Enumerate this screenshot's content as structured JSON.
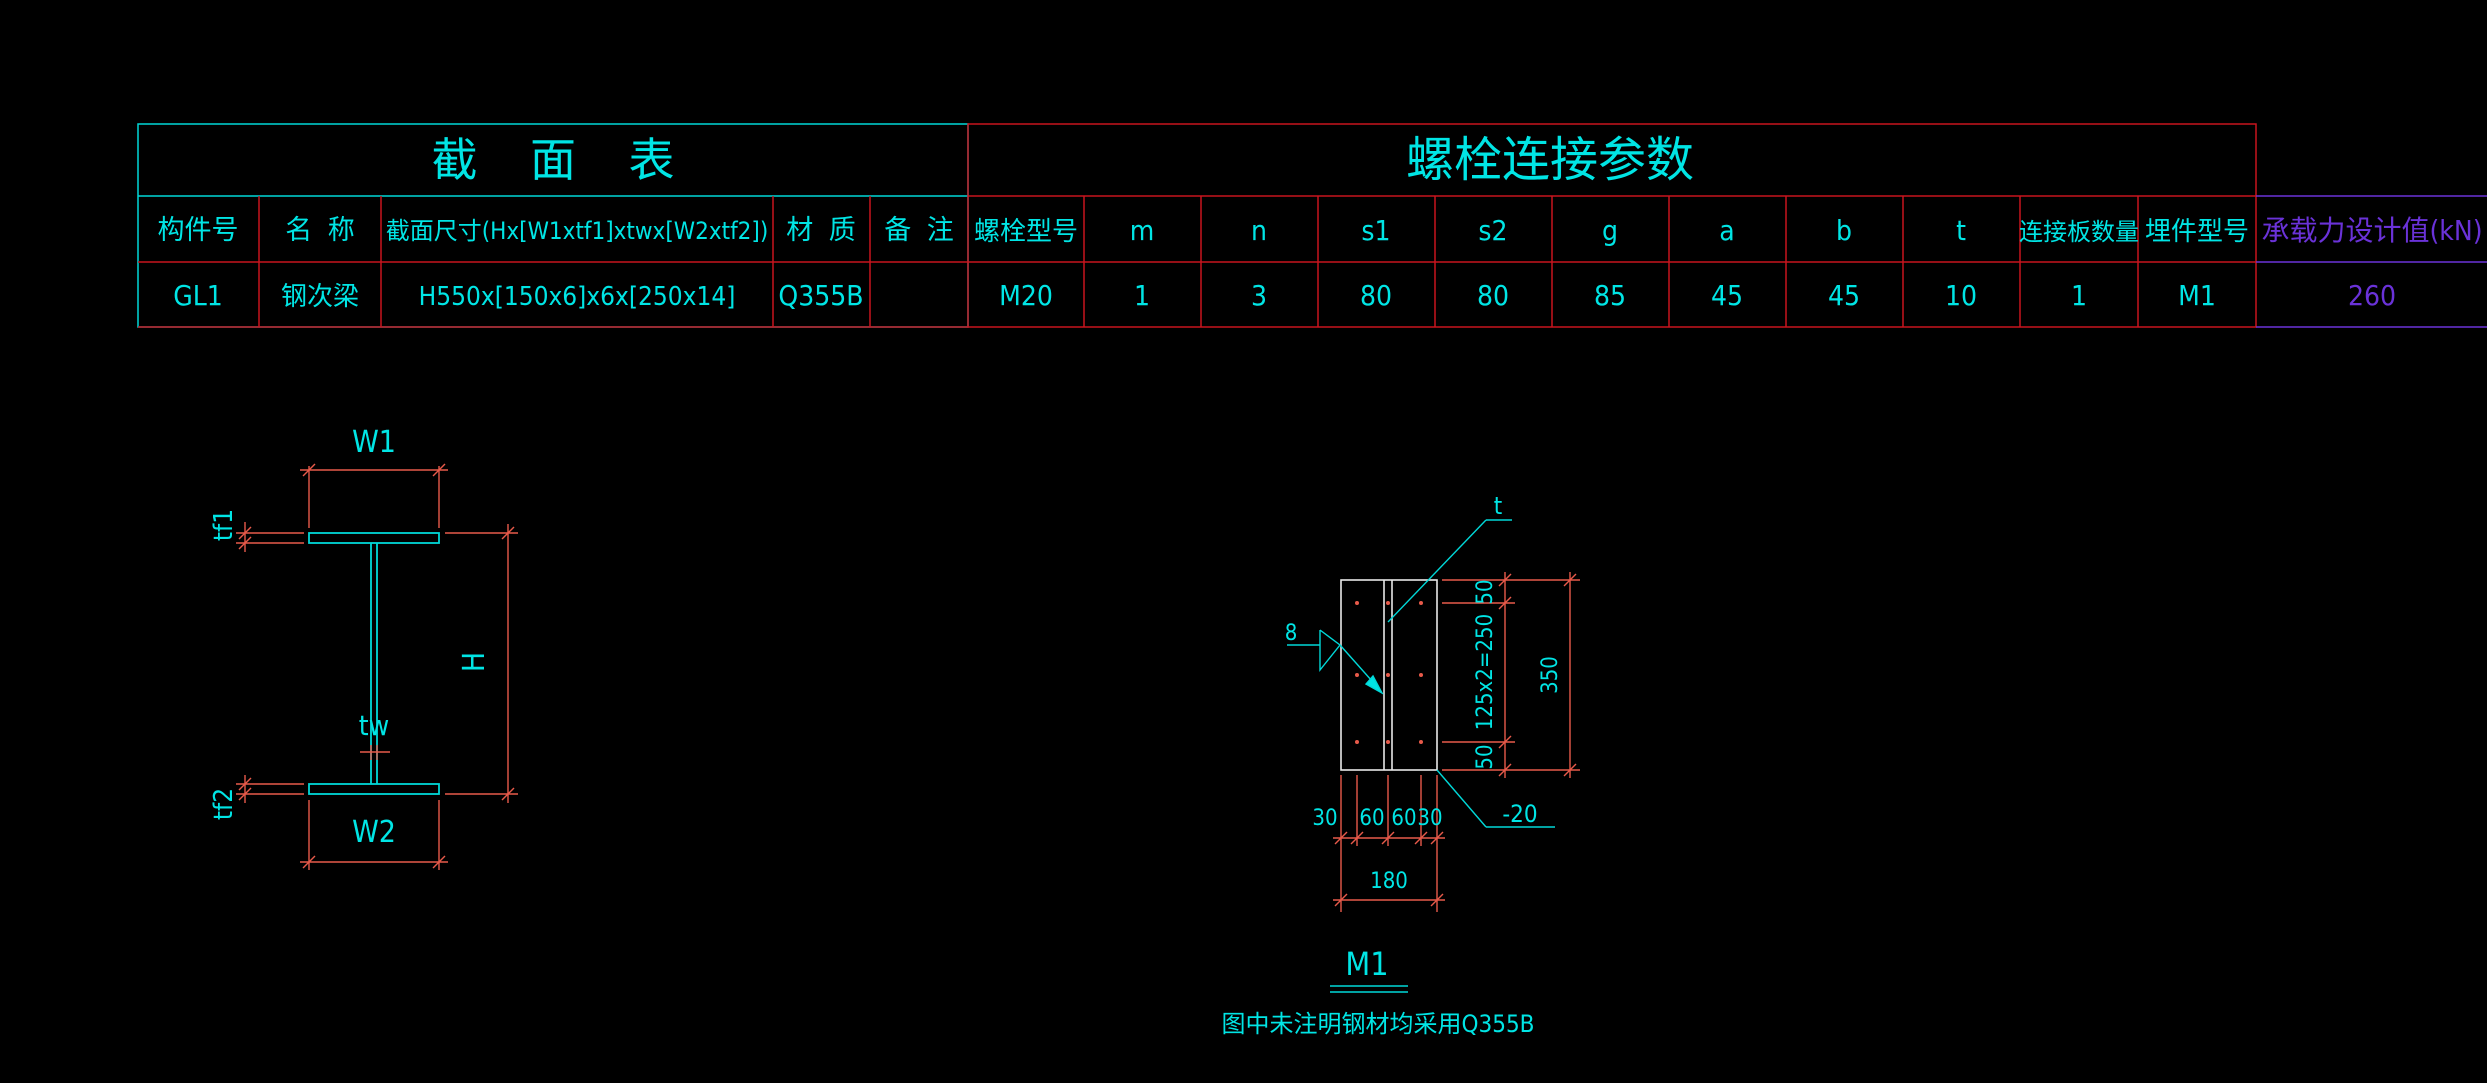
{
  "section_table": {
    "title": "截    面    表",
    "headers": [
      "构件号",
      "名  称",
      "截面尺寸(Hx[W1xtf1]xtwx[W2xtf2])",
      "材  质",
      "备  注"
    ],
    "row": [
      "GL1",
      "钢次梁",
      "H550x[150x6]x6x[250x14]",
      "Q355B",
      ""
    ]
  },
  "bolt_table": {
    "title": "螺栓连接参数",
    "headers": [
      "螺栓型号",
      "m",
      "n",
      "s1",
      "s2",
      "g",
      "a",
      "b",
      "t",
      "连接板数量",
      "埋件型号"
    ],
    "row": [
      "M20",
      "1",
      "3",
      "80",
      "80",
      "85",
      "45",
      "45",
      "10",
      "1",
      "M1"
    ]
  },
  "capacity": {
    "header": "承载力设计值(kN)",
    "value": "260"
  },
  "ibeam_labels": {
    "w1": "W1",
    "w2": "W2",
    "tf1": "tf1",
    "tf2": "tf2",
    "tw": "tw",
    "h": "H"
  },
  "embed_plate": {
    "t_label": "t",
    "weld_size": "8",
    "plate_label": "-20",
    "dims_right": [
      "50",
      "125x2=250",
      "50"
    ],
    "dim_overall": "350",
    "dims_bottom": [
      "30",
      "60",
      "60",
      "30"
    ],
    "dim_width": "180",
    "name": "M1",
    "note": "图中未注明钢材均采用Q355B"
  },
  "colors": {
    "cyan": "#00e5e5",
    "red": "#c8141e",
    "dim_red": "#e85a4a",
    "purple": "#6a32d8"
  }
}
